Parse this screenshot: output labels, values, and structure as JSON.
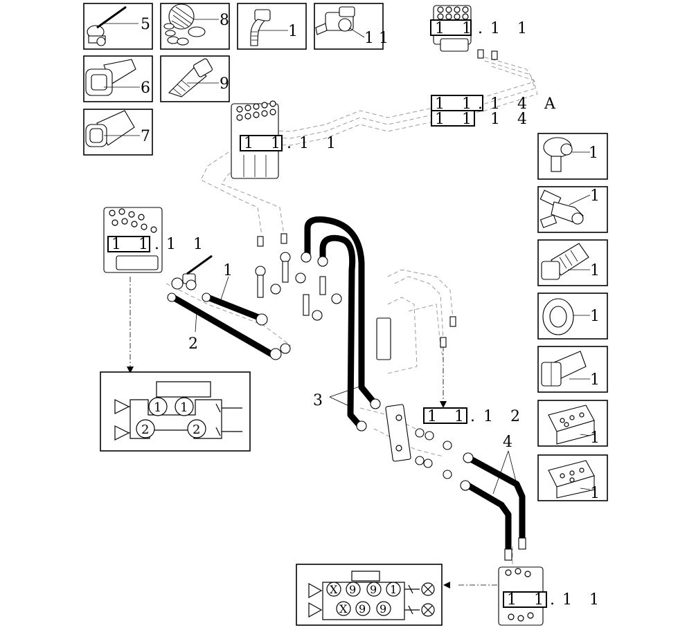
{
  "thumbnails_left": [
    {
      "id": "ball-valve",
      "label": "5"
    },
    {
      "id": "filter-screen",
      "label": "8"
    },
    {
      "id": "elbow-fitting",
      "label": "1"
    },
    {
      "id": "tee-fitting",
      "label": "1 1"
    },
    {
      "id": "adapter-fitting",
      "label": "6"
    },
    {
      "id": "hose-nipple",
      "label": "9"
    },
    {
      "id": "nut-fitting",
      "label": "7"
    }
  ],
  "thumbnails_right": [
    {
      "id": "banjo-fitting",
      "label": "1"
    },
    {
      "id": "tee-union",
      "label": "1"
    },
    {
      "id": "male-connector",
      "label": "1"
    },
    {
      "id": "seal-washer",
      "label": "1"
    },
    {
      "id": "hex-bolt",
      "label": "1"
    },
    {
      "id": "mounting-bracket-a",
      "label": "1"
    },
    {
      "id": "mounting-bracket-b",
      "label": "1"
    }
  ],
  "references": {
    "valve_top_right": {
      "box": "1 1.",
      "tail": "1 1"
    },
    "ref_14A": {
      "box": "1 1.",
      "tail": "1 4 A"
    },
    "ref_14": {
      "box": "1 1",
      "tail": "1 4"
    },
    "valve_center": {
      "box": "1 1.",
      "tail": "1 1"
    },
    "valve_left": {
      "box": "1 1.",
      "tail": "1 1"
    },
    "ref_12": {
      "box": "1 1.",
      "tail": "1 2"
    },
    "valve_bottom": {
      "box": "1 1.",
      "tail": "1 1"
    }
  },
  "callouts": {
    "hose_1": "1",
    "hose_2": "2",
    "hose_3": "3",
    "hose_4": "4"
  },
  "schematic_left": {
    "top_ports": [
      "1",
      "1"
    ],
    "bottom_ports": [
      "2",
      "2"
    ]
  },
  "schematic_bottom": {
    "top_ports": [
      "X",
      "9",
      "9",
      "1"
    ],
    "bottom_ports": [
      "X",
      "9",
      "9"
    ]
  }
}
